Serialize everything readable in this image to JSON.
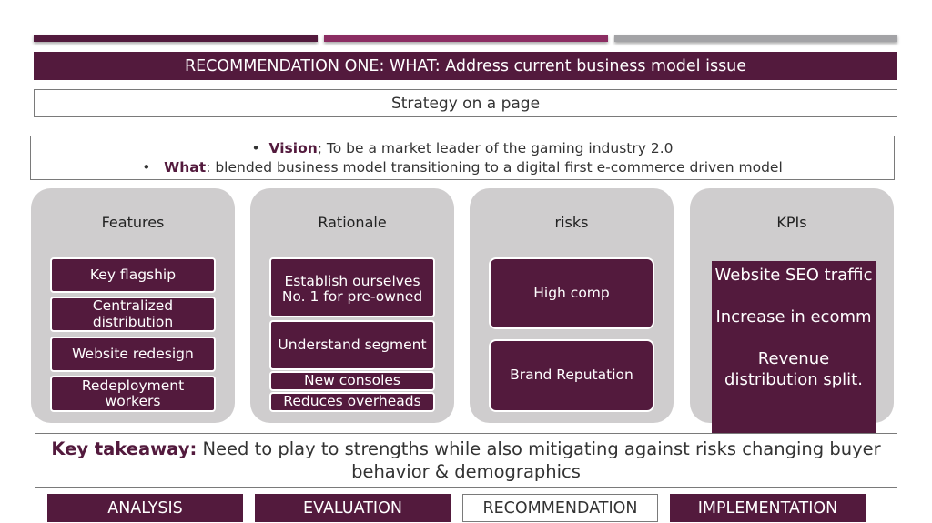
{
  "colors": {
    "primary": "#531a3d",
    "accent": "#8b2d62",
    "gray": "#a3a3a6",
    "panel": "#cfcdce"
  },
  "banner": {
    "title": "RECOMMENDATION ONE: WHAT:  Address current business model issue"
  },
  "strategy": {
    "title": "Strategy on a page"
  },
  "vision": {
    "bullet": "•",
    "vision_label": "Vision",
    "vision_text": "; To be a market leader of the gaming industry 2.0",
    "what_label": "What",
    "what_text": ": blended business model transitioning to a digital first e-commerce driven model"
  },
  "columns": {
    "features": {
      "title": "Features",
      "items": [
        "Key flagship",
        "Centralized distribution",
        "Website redesign",
        "Redeployment workers"
      ]
    },
    "rationale": {
      "title": "Rationale",
      "items": [
        "Establish ourselves No. 1 for pre-owned",
        "Understand segment",
        "New consoles",
        "Reduces overheads"
      ]
    },
    "risks": {
      "title": "risks",
      "items": [
        "High comp",
        "Brand Reputation"
      ]
    },
    "kpis": {
      "title": "KPIs",
      "lines": [
        "Website SEO traffic",
        "",
        "Increase in ecomm",
        "",
        "Revenue distribution split."
      ]
    }
  },
  "takeaway": {
    "label": "Key takeaway:",
    "text": " Need to play to strengths while also mitigating against risks changing buyer behavior & demographics"
  },
  "nav": {
    "active": "recommendation",
    "tabs": [
      {
        "key": "analysis",
        "label": "ANALYSIS"
      },
      {
        "key": "evaluation",
        "label": "EVALUATION"
      },
      {
        "key": "recommendation",
        "label": "RECOMMENDATION"
      },
      {
        "key": "implementation",
        "label": "IMPLEMENTATION"
      }
    ]
  }
}
